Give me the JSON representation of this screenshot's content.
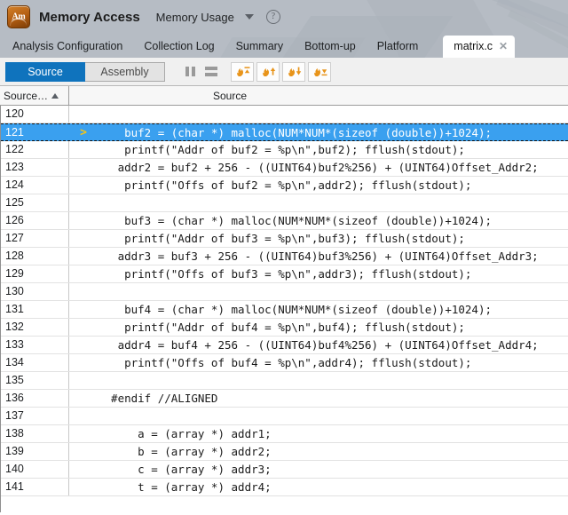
{
  "app": {
    "logo_text": "Am",
    "title": "Memory Access",
    "viewpoint": "Memory Usage",
    "dropdown_icon": "caret-down-icon",
    "help_icon": "help-circle-icon"
  },
  "nav_tabs": [
    {
      "label": "Analysis Configuration",
      "active": false
    },
    {
      "label": "Collection Log",
      "active": false
    },
    {
      "label": "Summary",
      "active": false
    },
    {
      "label": "Bottom-up",
      "active": false
    },
    {
      "label": "Platform",
      "active": false
    }
  ],
  "file_tab": {
    "label": "matrix.c",
    "close_icon": "✕"
  },
  "toolbar": {
    "source_label": "Source",
    "assembly_label": "Assembly",
    "source_active": true,
    "view_icons": [
      "split-vertical-icon",
      "split-horizontal-icon"
    ],
    "nav_icons": [
      "flame-first-icon",
      "flame-prev-icon",
      "flame-next-icon",
      "flame-last-icon"
    ]
  },
  "grid": {
    "col_line_header": "Source…",
    "col_source_header": "Source",
    "sort_direction": "ascending",
    "selected_line": 121,
    "marker_glyph": ">",
    "rows": [
      {
        "line": "120",
        "code": "",
        "marker": "",
        "selected": false
      },
      {
        "line": "121",
        "code": "    buf2 = (char *) malloc(NUM*NUM*(sizeof (double))+1024);",
        "marker": ">",
        "selected": true
      },
      {
        "line": "122",
        "code": "    printf(\"Addr of buf2 = %p\\n\",buf2); fflush(stdout);",
        "marker": "",
        "selected": false
      },
      {
        "line": "123",
        "code": "   addr2 = buf2 + 256 - ((UINT64)buf2%256) + (UINT64)Offset_Addr2;",
        "marker": "",
        "selected": false
      },
      {
        "line": "124",
        "code": "    printf(\"Offs of buf2 = %p\\n\",addr2); fflush(stdout);",
        "marker": "",
        "selected": false
      },
      {
        "line": "125",
        "code": "",
        "marker": "",
        "selected": false
      },
      {
        "line": "126",
        "code": "    buf3 = (char *) malloc(NUM*NUM*(sizeof (double))+1024);",
        "marker": "",
        "selected": false
      },
      {
        "line": "127",
        "code": "    printf(\"Addr of buf3 = %p\\n\",buf3); fflush(stdout);",
        "marker": "",
        "selected": false
      },
      {
        "line": "128",
        "code": "   addr3 = buf3 + 256 - ((UINT64)buf3%256) + (UINT64)Offset_Addr3;",
        "marker": "",
        "selected": false
      },
      {
        "line": "129",
        "code": "    printf(\"Offs of buf3 = %p\\n\",addr3); fflush(stdout);",
        "marker": "",
        "selected": false
      },
      {
        "line": "130",
        "code": "",
        "marker": "",
        "selected": false
      },
      {
        "line": "131",
        "code": "    buf4 = (char *) malloc(NUM*NUM*(sizeof (double))+1024);",
        "marker": "",
        "selected": false
      },
      {
        "line": "132",
        "code": "    printf(\"Addr of buf4 = %p\\n\",buf4); fflush(stdout);",
        "marker": "",
        "selected": false
      },
      {
        "line": "133",
        "code": "   addr4 = buf4 + 256 - ((UINT64)buf4%256) + (UINT64)Offset_Addr4;",
        "marker": "",
        "selected": false
      },
      {
        "line": "134",
        "code": "    printf(\"Offs of buf4 = %p\\n\",addr4); fflush(stdout);",
        "marker": "",
        "selected": false
      },
      {
        "line": "135",
        "code": "",
        "marker": "",
        "selected": false
      },
      {
        "line": "136",
        "code": "  #endif //ALIGNED",
        "marker": "",
        "selected": false
      },
      {
        "line": "137",
        "code": "",
        "marker": "",
        "selected": false
      },
      {
        "line": "138",
        "code": "      a = (array *) addr1;",
        "marker": "",
        "selected": false
      },
      {
        "line": "139",
        "code": "      b = (array *) addr2;",
        "marker": "",
        "selected": false
      },
      {
        "line": "140",
        "code": "      c = (array *) addr3;",
        "marker": "",
        "selected": false
      },
      {
        "line": "141",
        "code": "      t = (array *) addr4;",
        "marker": "",
        "selected": false
      }
    ]
  },
  "colors": {
    "header_bg": "#b6bcc4",
    "accent_blue": "#0f73bd",
    "selection_blue": "#3aa0ef",
    "flame_orange": "#e8941a",
    "marker_gold": "#f5c518"
  }
}
